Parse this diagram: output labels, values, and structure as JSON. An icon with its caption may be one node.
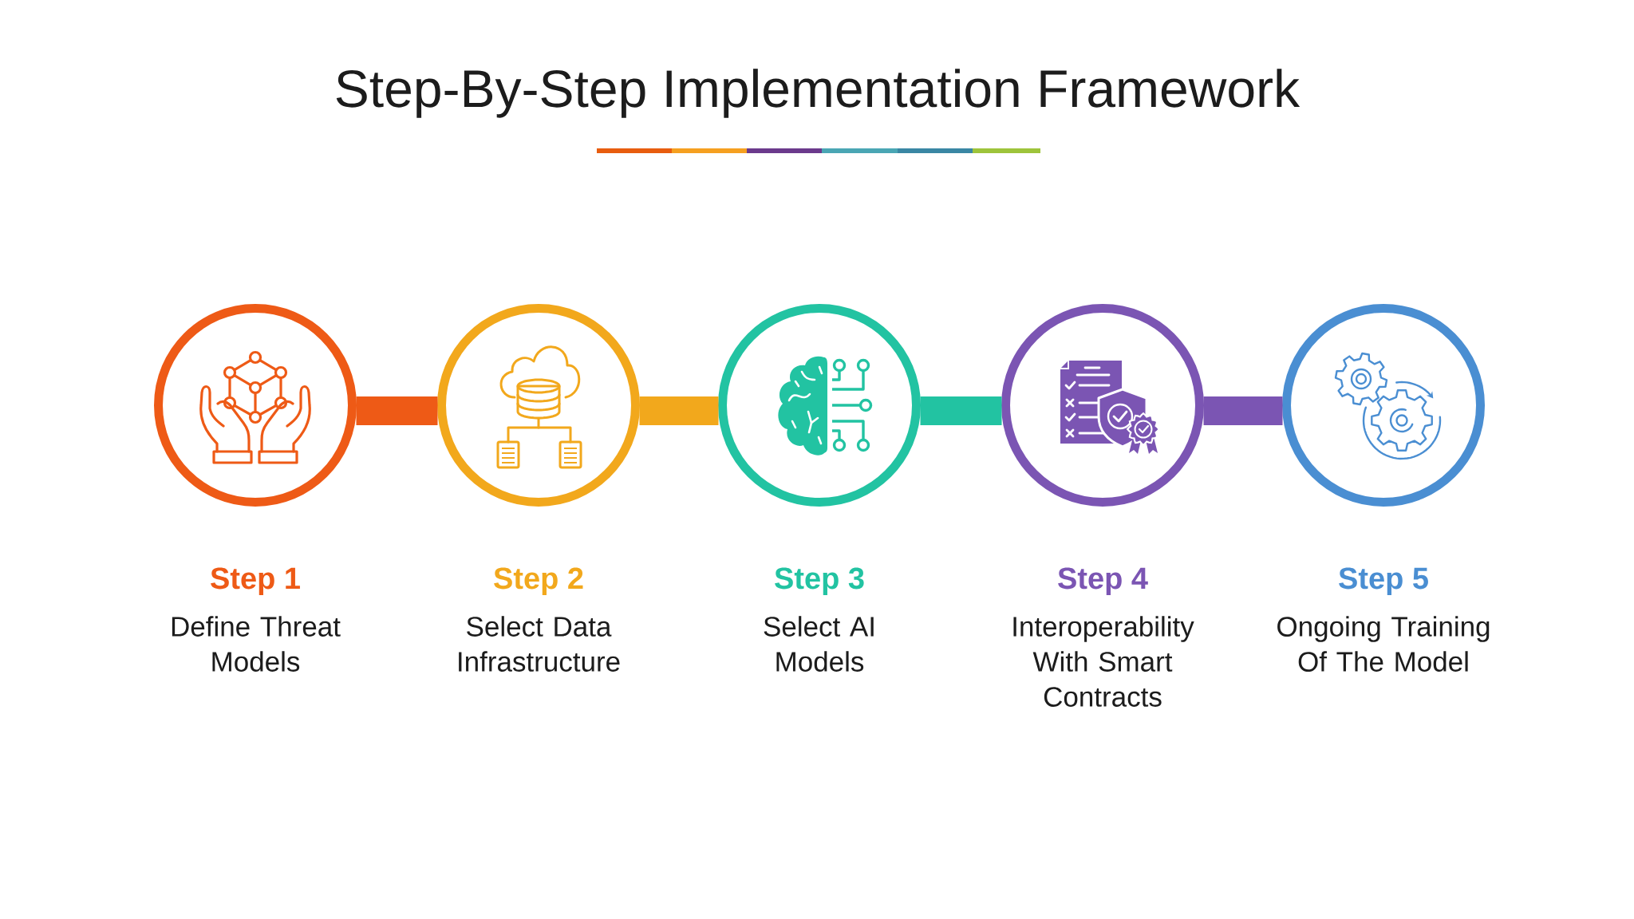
{
  "diagram": {
    "title": "Step-By-Step Implementation Framework",
    "nodes": [
      {
        "text": [
          "Step 1",
          "Define Threat Models"
        ]
      },
      {
        "text": [
          "Step 2",
          "Select Data Infrastructure"
        ]
      },
      {
        "text": [
          "Step 3",
          "Select AI Models"
        ]
      },
      {
        "text": [
          "Step 4",
          "Interoperability With Smart Contracts"
        ]
      },
      {
        "text": [
          "Step 5",
          "Ongoing Training Of The Model"
        ]
      }
    ],
    "edges": [
      {
        "from": 0,
        "to": 1,
        "arrow": "none",
        "color": "#ee5a16"
      },
      {
        "from": 1,
        "to": 2,
        "arrow": "none",
        "color": "#f2a81c"
      },
      {
        "from": 2,
        "to": 3,
        "arrow": "none",
        "color": "#22c3a2"
      },
      {
        "from": 3,
        "to": 4,
        "arrow": "none",
        "color": "#7b55b3"
      }
    ]
  }
}
